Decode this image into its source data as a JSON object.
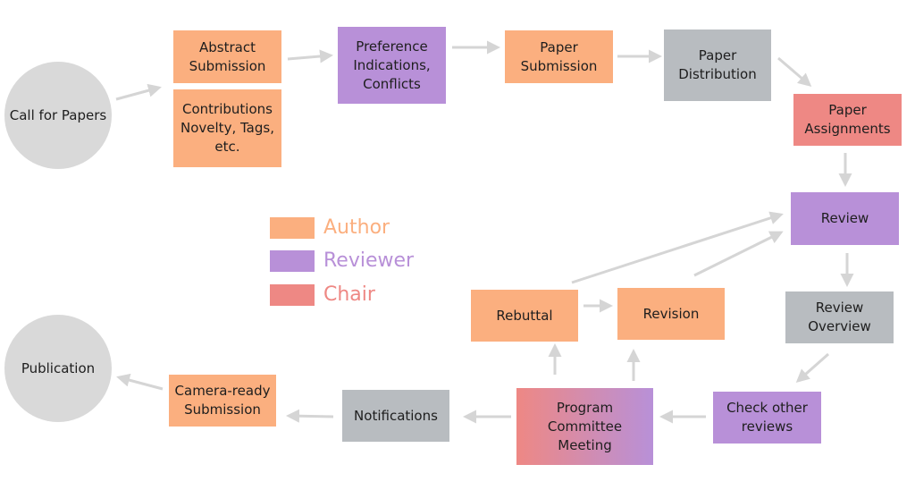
{
  "colors": {
    "author": "#FBAF7F",
    "reviewer": "#B890D8",
    "chair": "#EE8884",
    "neutral": "#B8BCC0",
    "terminal": "#D9D9D9",
    "arrow": "#D5D5D5"
  },
  "legend": {
    "author": "Author",
    "reviewer": "Reviewer",
    "chair": "Chair"
  },
  "nodes": {
    "call_for_papers": "Call for Papers",
    "abstract_submission": "Abstract\nSubmission",
    "contributions": "Contributions\nNovelty, Tags,\netc.",
    "preference_indications": "Preference\nIndications,\nConflicts",
    "paper_submission": "Paper\nSubmission",
    "paper_distribution": "Paper\nDistribution",
    "paper_assignments": "Paper\nAssignments",
    "review": "Review",
    "review_overview": "Review\nOverview",
    "check_other_reviews": "Check other\nreviews",
    "program_committee_meeting": "Program Committee\nMeeting",
    "rebuttal": "Rebuttal",
    "revision": "Revision",
    "notifications": "Notifications",
    "camera_ready_submission": "Camera-ready\nSubmission",
    "publication": "Publication"
  }
}
